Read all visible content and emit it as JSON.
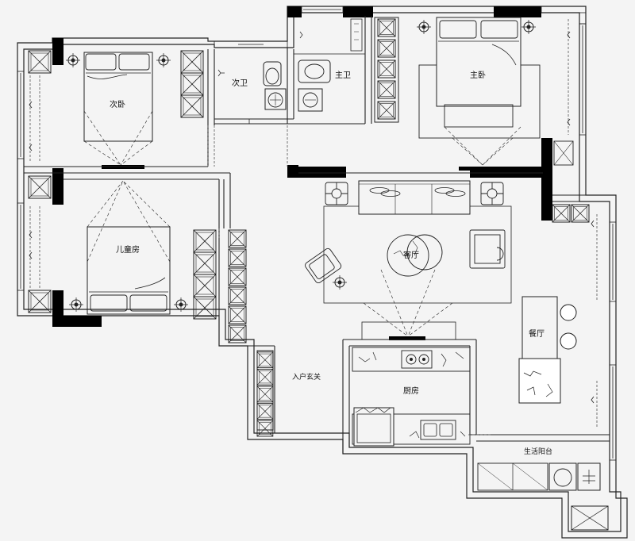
{
  "rooms": {
    "second_bedroom": "次卧",
    "guest_bath": "次卫",
    "master_bath": "主卫",
    "master_bedroom": "主卧",
    "kids_room": "儿童房",
    "living_room": "客厅",
    "dining": "餐厅",
    "entry": "入户玄关",
    "kitchen": "厨房",
    "utility_balcony": "生活阳台"
  },
  "colors": {
    "background": "#f4f4f4",
    "wall_fill": "#000000",
    "line": "#222222",
    "dashed_line": "#555555"
  }
}
